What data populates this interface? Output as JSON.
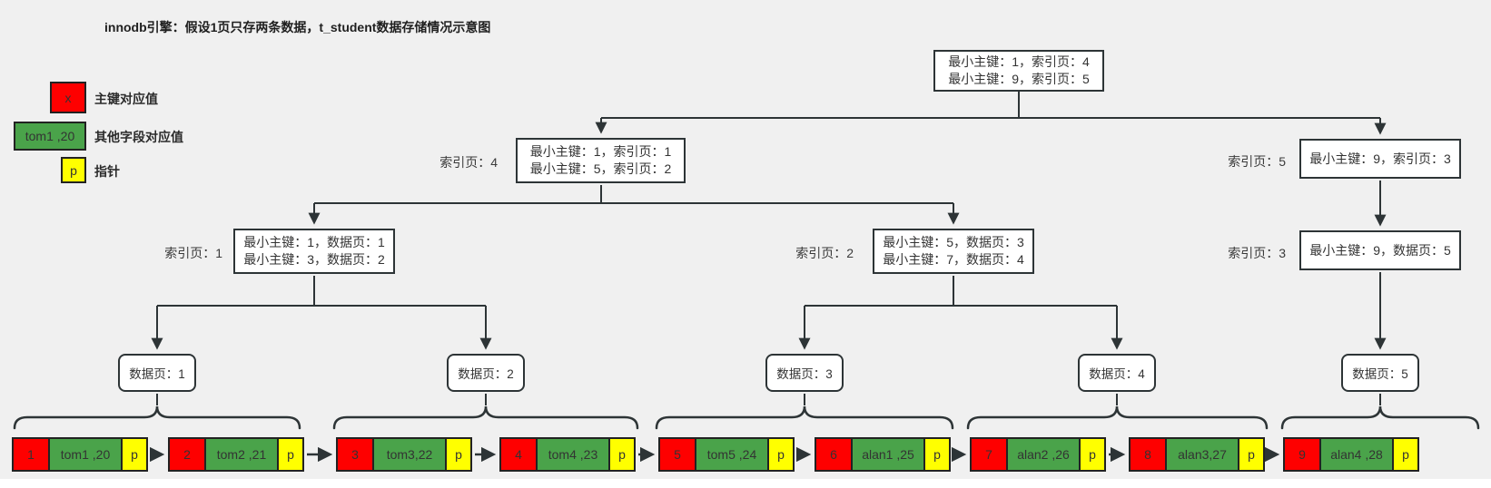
{
  "title": "innodb引擎：假设1页只存两条数据，t_student数据存储情况示意图",
  "legend": {
    "items": [
      {
        "swatch": "x",
        "label": "主键对应值",
        "color": "#fe0000"
      },
      {
        "swatch": "tom1 ,20",
        "label": "其他字段对应值",
        "color": "#4aa34a"
      },
      {
        "swatch": "p",
        "label": "指针",
        "color": "#ffff00"
      }
    ]
  },
  "tree": {
    "root": {
      "lines": [
        "最小主键：1，索引页：4",
        "最小主键：9，索引页：5"
      ]
    },
    "idx4": {
      "label": "索引页：4",
      "lines": [
        "最小主键：1，索引页：1",
        "最小主键：5，索引页：2"
      ]
    },
    "idx5": {
      "label": "索引页：5",
      "lines": [
        "最小主键：9，索引页：3"
      ]
    },
    "idx1": {
      "label": "索引页：1",
      "lines": [
        "最小主键：1，数据页：1",
        "最小主键：3，数据页：2"
      ]
    },
    "idx2": {
      "label": "索引页：2",
      "lines": [
        "最小主键：5，数据页：3",
        "最小主键：7，数据页：4"
      ]
    },
    "idx3": {
      "label": "索引页：3",
      "lines": [
        "最小主键：9，数据页：5"
      ]
    },
    "data_pages": [
      "数据页：1",
      "数据页：2",
      "数据页：3",
      "数据页：4",
      "数据页：5"
    ]
  },
  "records": [
    {
      "id": "1",
      "fields": "tom1 ,20",
      "pointer": "p"
    },
    {
      "id": "2",
      "fields": "tom2 ,21",
      "pointer": "p"
    },
    {
      "id": "3",
      "fields": "tom3,22",
      "pointer": "p"
    },
    {
      "id": "4",
      "fields": "tom4 ,23",
      "pointer": "p"
    },
    {
      "id": "5",
      "fields": "tom5 ,24",
      "pointer": "p"
    },
    {
      "id": "6",
      "fields": "alan1 ,25",
      "pointer": "p"
    },
    {
      "id": "7",
      "fields": "alan2 ,26",
      "pointer": "p"
    },
    {
      "id": "8",
      "fields": "alan3,27",
      "pointer": "p"
    },
    {
      "id": "9",
      "fields": "alan4 ,28",
      "pointer": "p"
    }
  ],
  "colors": {
    "primary_key": "#fe0000",
    "other_fields": "#4aa34a",
    "pointer": "#ffff00",
    "line": "#2d3436",
    "background": "#f0f0f0"
  }
}
